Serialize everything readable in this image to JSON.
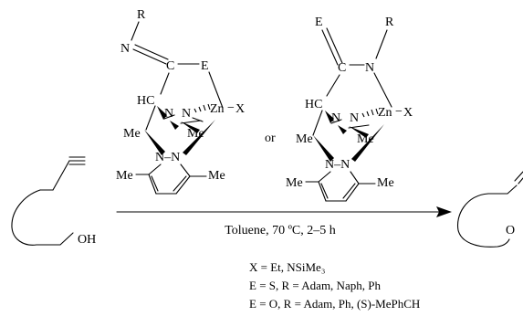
{
  "catalyst_left": {
    "top_R": "R",
    "imine_N": "N",
    "carbon": "C",
    "E": "E",
    "HC": "HC",
    "pz_N1": "N",
    "pz_N2": "N",
    "zn": "Zn",
    "zn_dash": "−",
    "X": "X",
    "me_left": "Me",
    "me_right": "Me",
    "lower_pz": "N–N",
    "me_lower_left": "Me",
    "me_lower_right": "Me"
  },
  "or_label": "or",
  "catalyst_right": {
    "E": "E",
    "carbon": "C",
    "amide_N": "N",
    "top_R": "R",
    "HC": "HC",
    "pz_N1": "N",
    "pz_N2": "N",
    "zn": "Zn",
    "zn_dash": "−",
    "X": "X",
    "me_left": "Me",
    "me_right": "Me",
    "lower_pz": "N–N",
    "me_lower_left": "Me",
    "me_lower_right": "Me"
  },
  "substrate": {
    "oh": "OH"
  },
  "product": {
    "o": "O"
  },
  "conditions": "Toluene, 70 ºC, 2–5 h",
  "legend": [
    "X = Et, NSiMe₃",
    "E = S, R = Adam, Naph, Ph",
    "E = O, R = Adam, Ph, (S)-MePhCH"
  ]
}
